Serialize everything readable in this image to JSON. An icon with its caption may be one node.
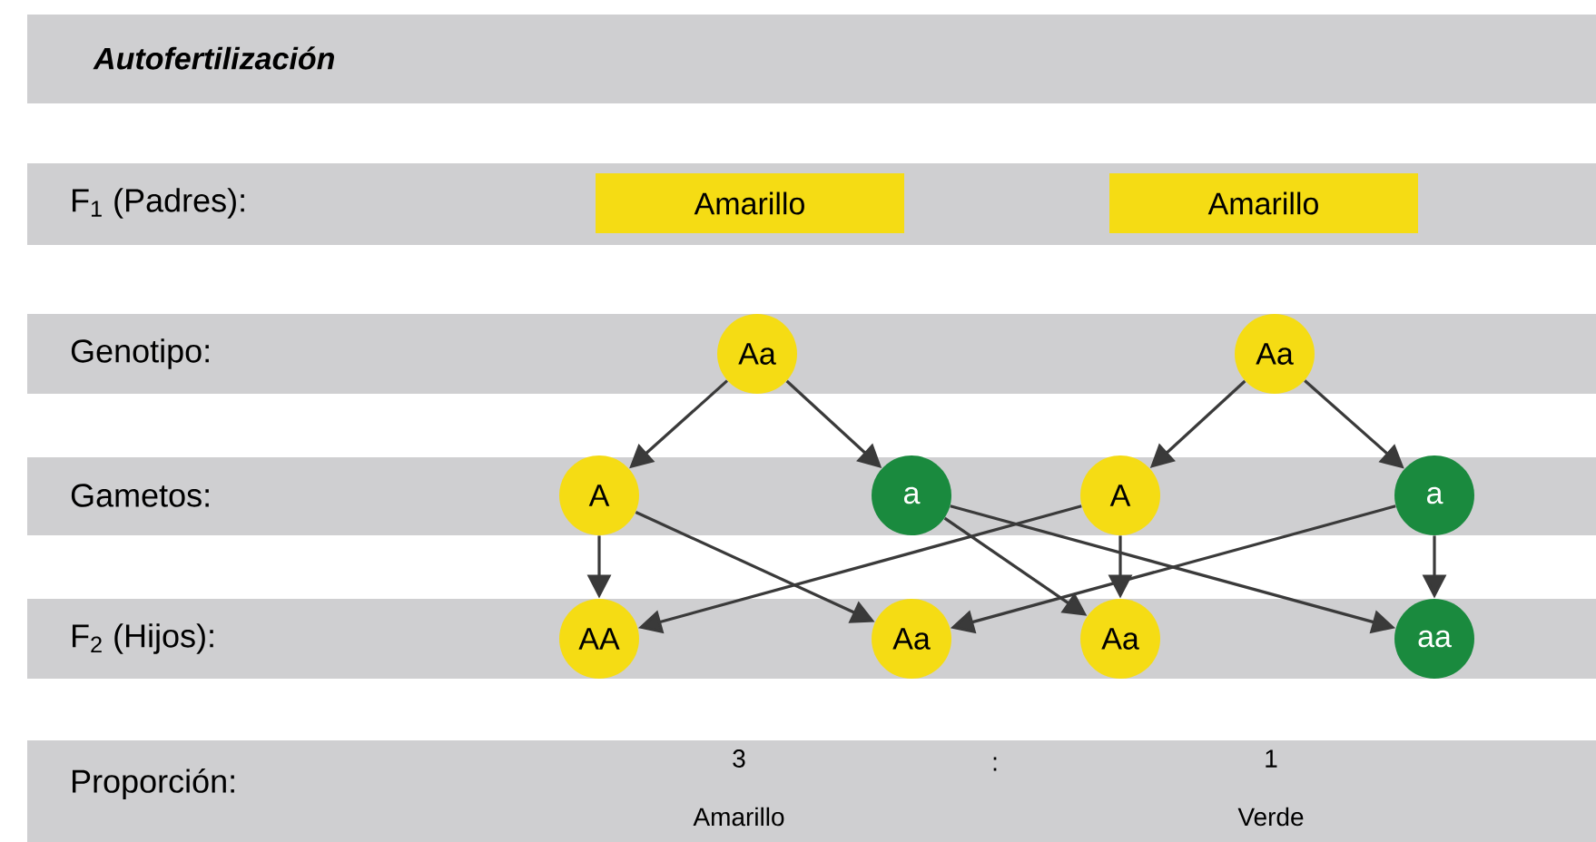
{
  "diagram": {
    "title": "Autofertilización",
    "nodes": [
      {
        "text": [
          "Amarillo"
        ]
      },
      {
        "text": [
          "Amarillo"
        ]
      },
      {
        "text": [
          "Aa"
        ]
      },
      {
        "text": [
          "Aa"
        ]
      },
      {
        "text": [
          "A"
        ]
      },
      {
        "text": [
          "a"
        ]
      },
      {
        "text": [
          "A"
        ]
      },
      {
        "text": [
          "a"
        ]
      },
      {
        "text": [
          "AA"
        ]
      },
      {
        "text": [
          "Aa"
        ]
      },
      {
        "text": [
          "Aa"
        ]
      },
      {
        "text": [
          "aa"
        ]
      }
    ],
    "edges": [
      {
        "from": 2,
        "to": 4,
        "arrow": "to"
      },
      {
        "from": 2,
        "to": 5,
        "arrow": "to"
      },
      {
        "from": 3,
        "to": 6,
        "arrow": "to"
      },
      {
        "from": 3,
        "to": 7,
        "arrow": "to"
      },
      {
        "from": 4,
        "to": 8,
        "arrow": "to"
      },
      {
        "from": 4,
        "to": 9,
        "arrow": "to"
      },
      {
        "from": 5,
        "to": 10,
        "arrow": "to"
      },
      {
        "from": 5,
        "to": 11,
        "arrow": "to"
      },
      {
        "from": 6,
        "to": 8,
        "arrow": "to"
      },
      {
        "from": 6,
        "to": 10,
        "arrow": "to"
      },
      {
        "from": 7,
        "to": 9,
        "arrow": "to"
      },
      {
        "from": 7,
        "to": 11,
        "arrow": "to"
      }
    ],
    "labels": [
      "F$_{1}$ (Padres):",
      "Genotipo:",
      "Gametos:",
      "F$_{2}$ (Hijos):",
      "Proporción:",
      "3",
      ":",
      "1",
      "Amarillo",
      "Verde"
    ]
  }
}
